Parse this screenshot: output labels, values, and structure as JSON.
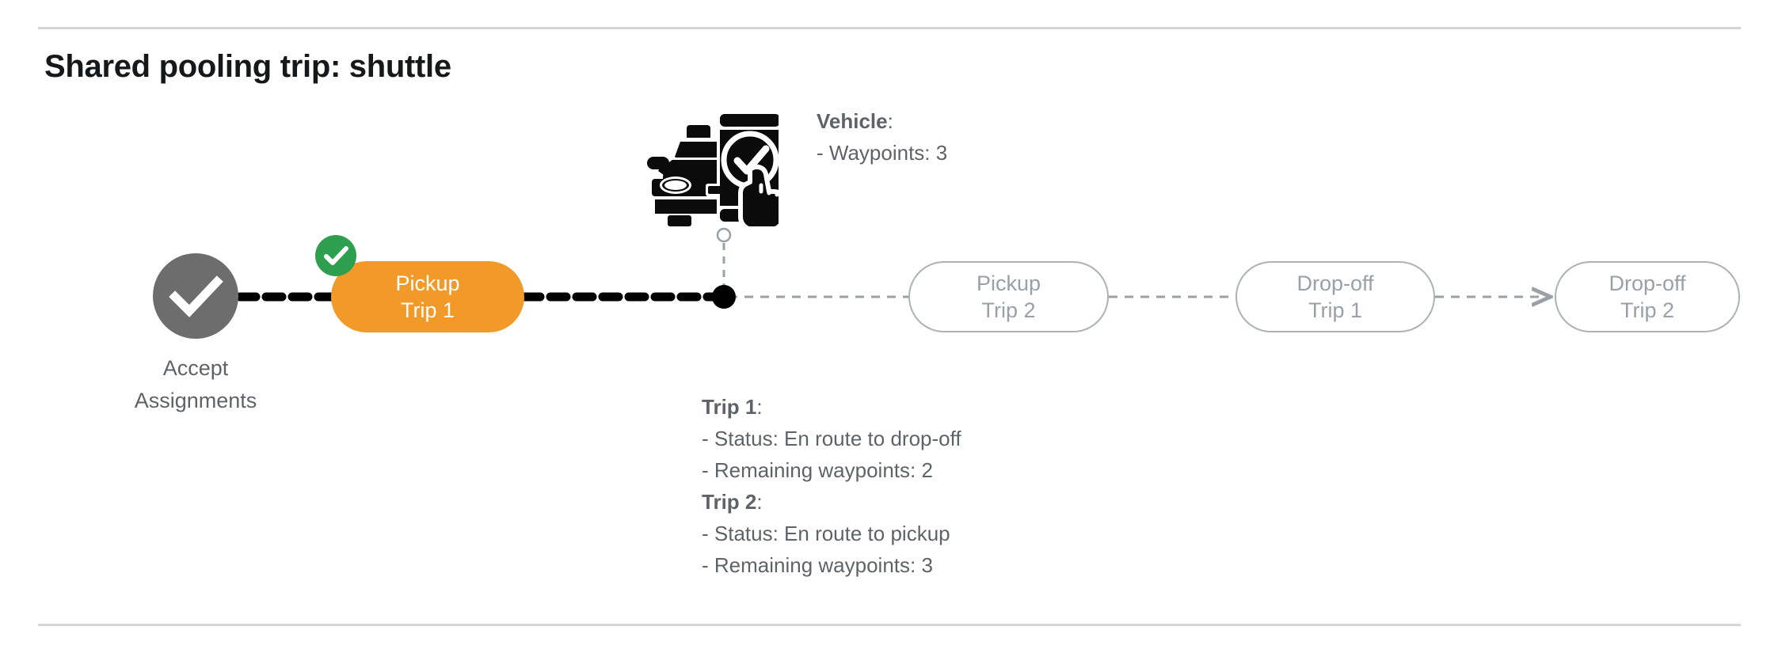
{
  "page": {
    "title": "Shared pooling trip: shuttle"
  },
  "colors": {
    "active_node": "#F29A29",
    "completed_node": "#6d6d6d",
    "badge_green": "#2E9E4F",
    "upcoming_outline": "#aeb1b5",
    "upcoming_text": "#9aa0a6",
    "annotation_text": "#5f6368",
    "rule": "#d6d6d6",
    "marker_dot": "#000000"
  },
  "flow": {
    "start_node": {
      "icon": "check-circle-icon",
      "label_line1": "Accept",
      "label_line2": "Assignments",
      "state": "completed"
    },
    "nodes": [
      {
        "id": "pickup-trip-1",
        "line1": "Pickup",
        "line2": "Trip 1",
        "state": "active",
        "badge_icon": "check-badge-icon"
      },
      {
        "id": "pickup-trip-2",
        "line1": "Pickup",
        "line2": "Trip 2",
        "state": "upcoming"
      },
      {
        "id": "dropoff-trip-1",
        "line1": "Drop-off",
        "line2": "Trip 1",
        "state": "upcoming"
      },
      {
        "id": "dropoff-trip-2",
        "line1": "Drop-off",
        "line2": "Trip 2",
        "state": "upcoming"
      }
    ],
    "vehicle_marker": {
      "icon": "car-phone-check-icon",
      "dot": "vehicle-position-dot",
      "ring": "waypoint-circle"
    }
  },
  "annotations": {
    "vehicle": {
      "heading": "Vehicle",
      "colon": ":",
      "lines": [
        "- Waypoints: 3"
      ]
    },
    "trips": [
      {
        "heading": "Trip 1",
        "colon": ":",
        "lines": [
          "- Status:  En route to drop-off",
          "- Remaining waypoints: 2"
        ]
      },
      {
        "heading": "Trip 2",
        "colon": ":",
        "lines": [
          "- Status:  En route to pickup",
          "- Remaining waypoints: 3"
        ]
      }
    ]
  }
}
